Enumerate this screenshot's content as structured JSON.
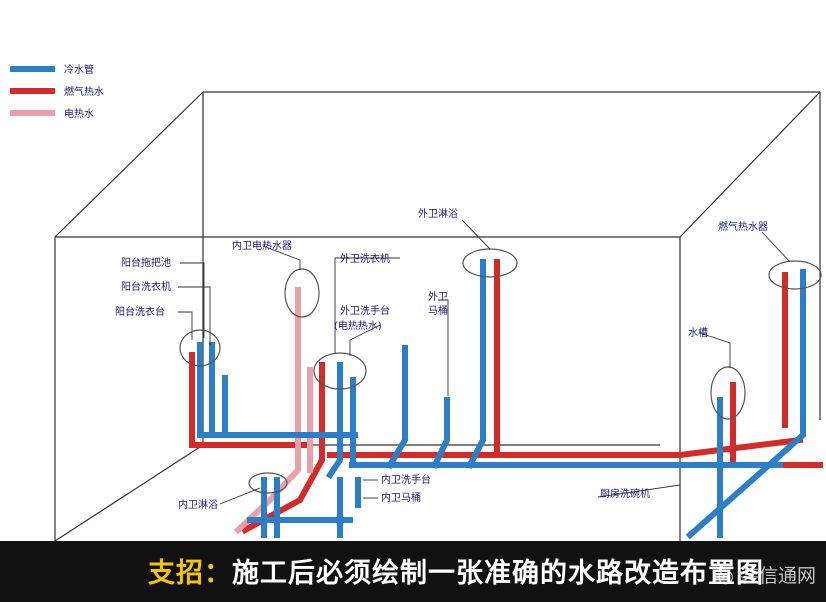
{
  "colors": {
    "cold": "#2c7fc6",
    "gas_hot": "#d32a2a",
    "electric_hot": "#e9a0a8",
    "outline": "#333333",
    "label": "#1a1a7a",
    "caption_accent": "#f5c400"
  },
  "legend": [
    {
      "key": "cold",
      "label": "冷水管"
    },
    {
      "key": "gas_hot",
      "label": "燃气热水"
    },
    {
      "key": "electric_hot",
      "label": "电热水"
    }
  ],
  "labels": {
    "balcony_mop_pool": "阳台拖把池",
    "balcony_washer": "阳台洗衣机",
    "balcony_sink": "阳台洗衣台",
    "inner_bath_heater": "内卫电热水器",
    "outer_bath_washer": "外卫洗衣机",
    "outer_bath_basin": "外卫洗手台",
    "outer_bath_basin_note": "(电热热水)",
    "outer_bath_toilet_a": "外卫",
    "outer_bath_toilet_b": "马桶",
    "outer_bath_shower": "外卫淋浴",
    "gas_heater": "燃气热水器",
    "kitchen_sink": "水槽",
    "inner_bath_shower": "内卫淋浴",
    "inner_bath_basin": "内卫洗手台",
    "inner_bath_toilet": "内卫马桶",
    "kitchen_dishwasher": "厨房洗碗机"
  },
  "caption": {
    "prefix": "支招：",
    "text": "施工后必须绘制一张准确的水路改造布置图"
  },
  "watermark": "◎ 装信通网"
}
